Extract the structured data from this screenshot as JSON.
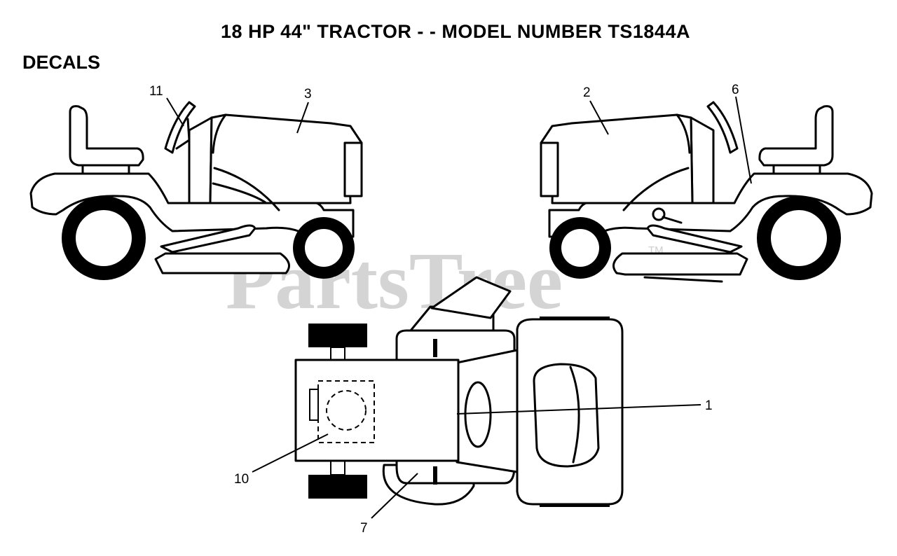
{
  "title": "18 HP 44\" TRACTOR - - MODEL NUMBER TS1844A",
  "section": "DECALS",
  "watermark": {
    "text": "PartsTree",
    "trademark": "TM",
    "color": "#d4d4d4"
  },
  "callouts": [
    {
      "id": "1",
      "label": "1"
    },
    {
      "id": "2",
      "label": "2"
    },
    {
      "id": "3",
      "label": "3"
    },
    {
      "id": "6",
      "label": "6"
    },
    {
      "id": "7",
      "label": "7"
    },
    {
      "id": "10",
      "label": "10"
    },
    {
      "id": "11",
      "label": "11"
    }
  ]
}
